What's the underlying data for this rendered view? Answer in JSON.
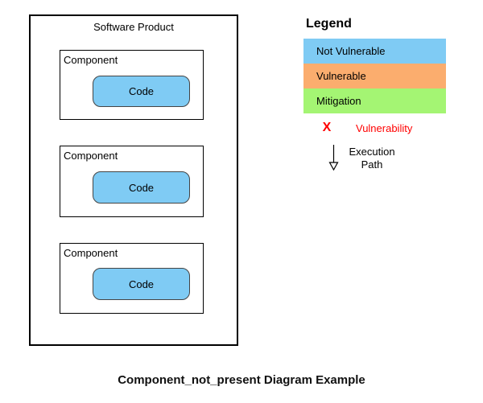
{
  "diagram": {
    "title": "Software Product",
    "components": [
      {
        "label": "Component",
        "code_label": "Code"
      },
      {
        "label": "Component",
        "code_label": "Code"
      },
      {
        "label": "Component",
        "code_label": "Code"
      }
    ]
  },
  "legend": {
    "title": "Legend",
    "items": [
      {
        "label": "Not Vulnerable",
        "color": "#7fcbf4"
      },
      {
        "label": "Vulnerable",
        "color": "#fbad6e"
      },
      {
        "label": "Mitigation",
        "color": "#a4f573"
      }
    ],
    "vulnerability": {
      "symbol": "X",
      "label": "Vulnerability",
      "color": "#ff0000"
    },
    "execution_path": {
      "label": "Execution\nPath"
    }
  },
  "caption": "Component_not_present Diagram Example",
  "colors": {
    "code_fill": "#7fcbf4",
    "box_stroke": "#000000",
    "arrow_stroke": "#000000"
  }
}
